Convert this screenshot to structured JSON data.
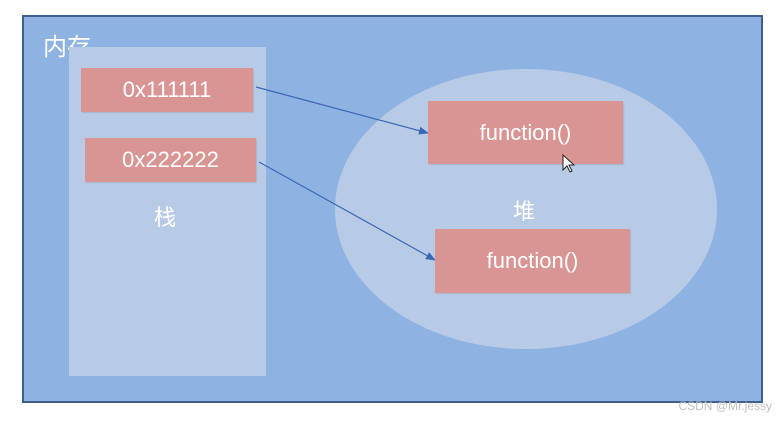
{
  "memory": {
    "title": "内存"
  },
  "stack": {
    "label": "栈",
    "addresses": [
      "0x111111",
      "0x222222"
    ]
  },
  "heap": {
    "label": "堆",
    "objects": [
      "function()",
      "function()"
    ]
  },
  "watermark": "CSDN @Mr.jessy",
  "colors": {
    "background": "#8eb3e3",
    "border": "#3f5f8f",
    "region": "#b8cbe6",
    "box": "#d99594",
    "arrow": "#3b68b5"
  }
}
